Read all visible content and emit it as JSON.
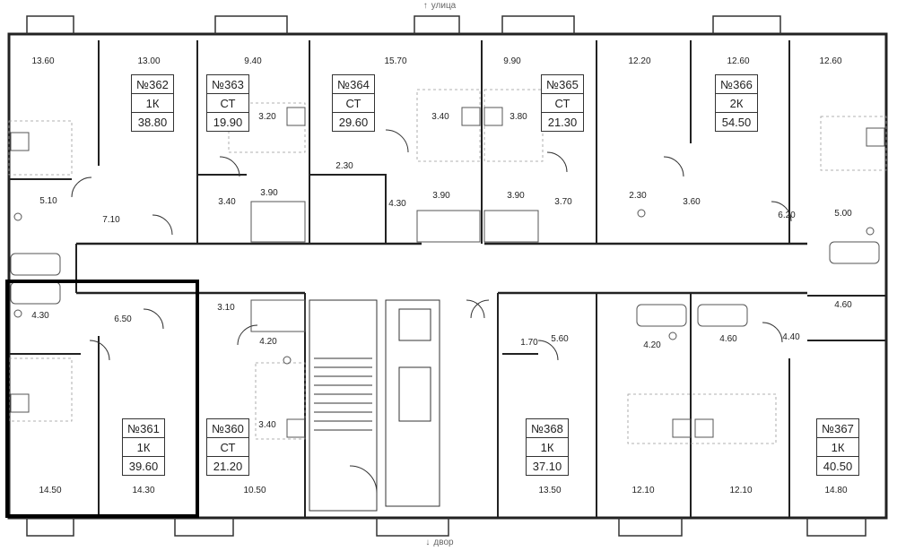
{
  "directions": {
    "top": "улица",
    "bottom": "двор"
  },
  "apartments": [
    {
      "id": "363",
      "number": "№363",
      "type": "СТ",
      "area": "19.90"
    },
    {
      "id": "364",
      "number": "№364",
      "type": "СТ",
      "area": "29.60"
    },
    {
      "id": "362",
      "number": "№362",
      "type": "1К",
      "area": "38.80"
    },
    {
      "id": "365",
      "number": "№365",
      "type": "СТ",
      "area": "21.30"
    },
    {
      "id": "366",
      "number": "№366",
      "type": "2К",
      "area": "54.50"
    },
    {
      "id": "361",
      "number": "№361",
      "type": "1К",
      "area": "39.60"
    },
    {
      "id": "360",
      "number": "№360",
      "type": "СТ",
      "area": "21.20"
    },
    {
      "id": "368",
      "number": "№368",
      "type": "1К",
      "area": "37.10"
    },
    {
      "id": "367",
      "number": "№367",
      "type": "1К",
      "area": "40.50"
    }
  ],
  "room_areas": [
    "13.60",
    "13.00",
    "9.40",
    "15.70",
    "9.90",
    "12.20",
    "12.60",
    "12.60",
    "3.20",
    "3.40",
    "3.80",
    "2.30",
    "3.90",
    "3.90",
    "3.90",
    "3.40",
    "5.10",
    "7.10",
    "4.30",
    "3.70",
    "2.30",
    "3.60",
    "6.20",
    "5.00",
    "4.30",
    "6.50",
    "3.10",
    "4.20",
    "1.70",
    "5.60",
    "4.20",
    "4.60",
    "4.40",
    "4.60",
    "3.40",
    "14.50",
    "14.30",
    "10.50",
    "13.50",
    "12.10",
    "12.10",
    "14.80"
  ],
  "highlight": {
    "apartment": "361"
  },
  "colors": {
    "walls": "#222222",
    "fixtures": "#555555",
    "highlight": "#000000",
    "dashed": "#999999"
  }
}
